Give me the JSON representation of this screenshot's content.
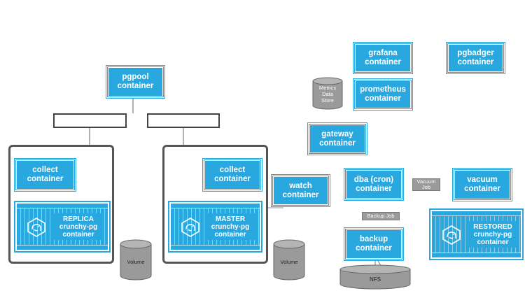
{
  "boxes": {
    "pgpool": [
      "pgpool",
      "container"
    ],
    "grafana": [
      "grafana",
      "container"
    ],
    "pgbadger": [
      "pgbadger",
      "container"
    ],
    "prometheus": [
      "prometheus",
      "container"
    ],
    "gateway": [
      "gateway",
      "container"
    ],
    "collect_replica": [
      "collect",
      "container"
    ],
    "collect_master": [
      "collect",
      "container"
    ],
    "watch": [
      "watch",
      "container"
    ],
    "dba": [
      "dba (cron)",
      "container"
    ],
    "vacuum": [
      "vacuum",
      "container"
    ],
    "backup": [
      "backup",
      "container"
    ]
  },
  "ships": {
    "replica": [
      "REPLICA",
      "crunchy-pg",
      "container"
    ],
    "master": [
      "MASTER",
      "crunchy-pg",
      "container"
    ],
    "restored": [
      "RESTORED",
      "crunchy-pg",
      "container"
    ]
  },
  "cylinders": {
    "metrics_store": [
      "Metrics",
      "Data",
      "Store"
    ],
    "volume_replica": "Volume",
    "volume_master": "Volume",
    "nfs": "NFS"
  },
  "tags": {
    "vacuum_job": [
      "Vacuum",
      "Job"
    ],
    "backup_job": "Backup Job"
  },
  "colors": {
    "container_blue": "#29a8e0",
    "frame_grey": "#555555",
    "storage_grey": "#9a9a9a"
  }
}
